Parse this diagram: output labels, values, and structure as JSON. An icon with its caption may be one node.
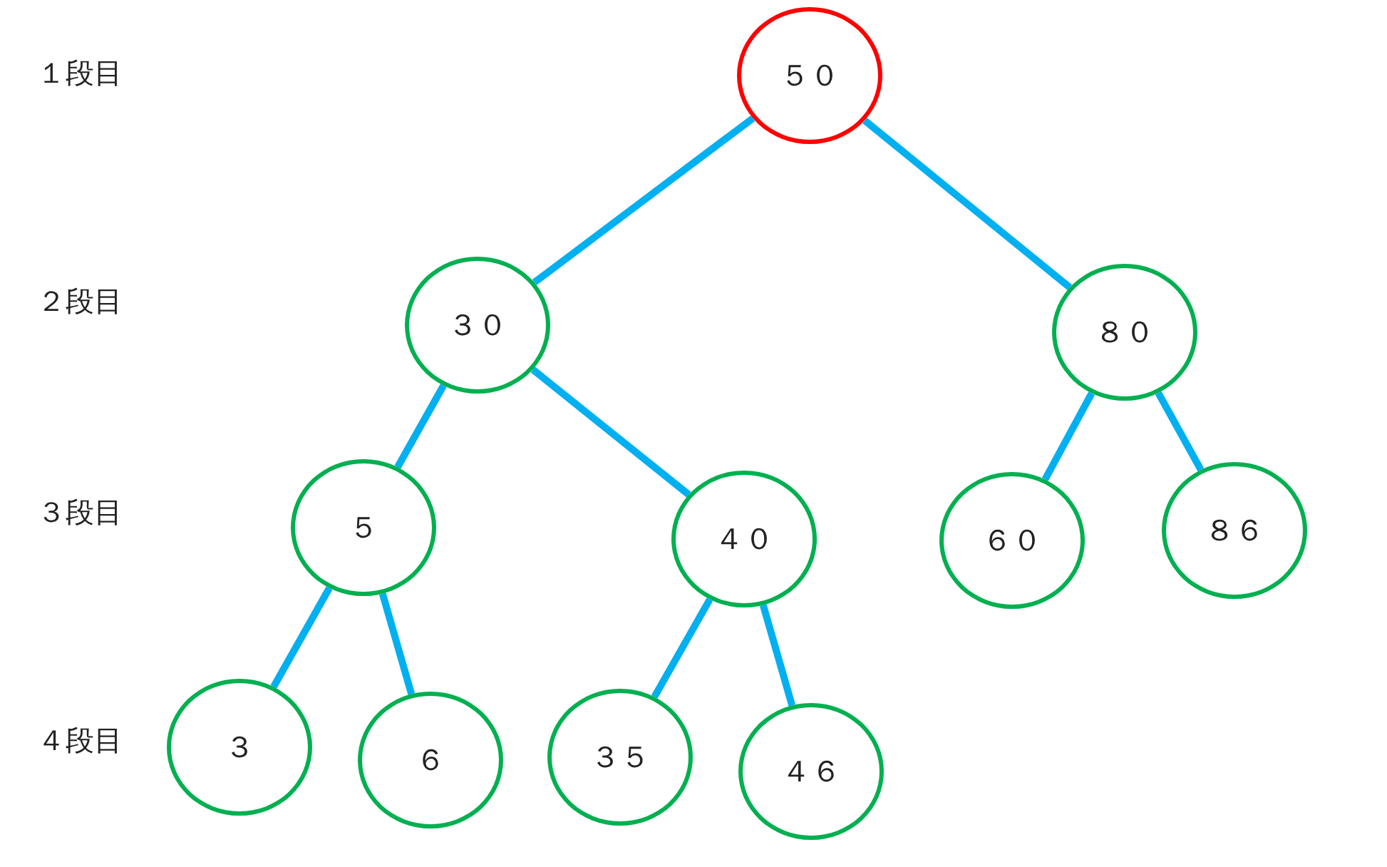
{
  "diagram": {
    "nodes": [
      {
        "text": [
          "５０"
        ]
      },
      {
        "text": [
          "３０"
        ]
      },
      {
        "text": [
          "８０"
        ]
      },
      {
        "text": [
          "５"
        ]
      },
      {
        "text": [
          "４０"
        ]
      },
      {
        "text": [
          "６０"
        ]
      },
      {
        "text": [
          "８６"
        ]
      },
      {
        "text": [
          "３"
        ]
      },
      {
        "text": [
          "６"
        ]
      },
      {
        "text": [
          "３５"
        ]
      },
      {
        "text": [
          "４６"
        ]
      }
    ],
    "edges": [
      {
        "from": 0,
        "to": 1,
        "arrow": "none"
      },
      {
        "from": 0,
        "to": 2,
        "arrow": "none"
      },
      {
        "from": 1,
        "to": 3,
        "arrow": "none"
      },
      {
        "from": 1,
        "to": 4,
        "arrow": "none"
      },
      {
        "from": 2,
        "to": 5,
        "arrow": "none"
      },
      {
        "from": 2,
        "to": 6,
        "arrow": "none"
      },
      {
        "from": 3,
        "to": 7,
        "arrow": "none"
      },
      {
        "from": 3,
        "to": 8,
        "arrow": "none"
      },
      {
        "from": 4,
        "to": 9,
        "arrow": "none"
      },
      {
        "from": 4,
        "to": 10,
        "arrow": "none"
      }
    ],
    "labels": [
      "１段目",
      "２段目",
      "３段目",
      "４段目"
    ]
  }
}
